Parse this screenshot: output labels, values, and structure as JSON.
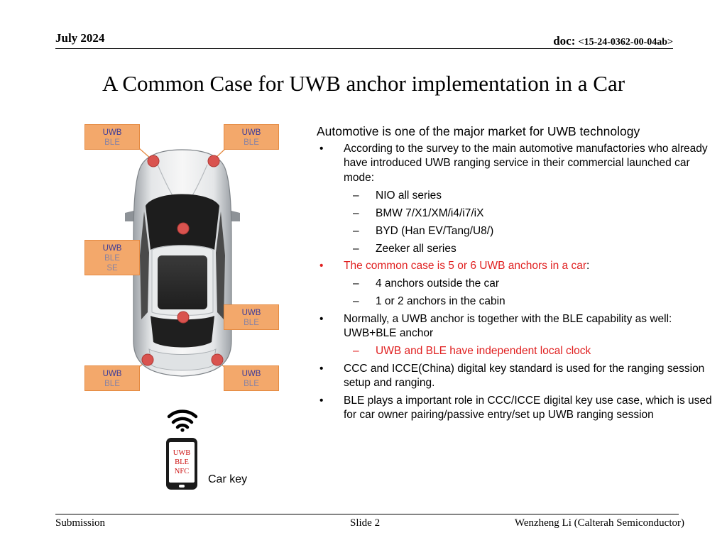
{
  "header": {
    "date": "July 2024",
    "doc_label": "doc:",
    "doc_number": "<15-24-0362-00-04ab>"
  },
  "title": "A Common Case for UWB anchor implementation in a Car",
  "figure": {
    "anchors": [
      {
        "lines": [
          "UWB",
          "BLE"
        ]
      },
      {
        "lines": [
          "UWB",
          "BLE"
        ]
      },
      {
        "lines": [
          "UWB",
          "BLE",
          "SE"
        ]
      },
      {
        "lines": [
          "UWB",
          "BLE"
        ]
      },
      {
        "lines": [
          "UWB",
          "BLE"
        ]
      },
      {
        "lines": [
          "UWB",
          "BLE"
        ]
      }
    ],
    "car_key": {
      "screen_lines": [
        "UWB",
        "BLE",
        "NFC"
      ],
      "label": "Car key"
    },
    "colors": {
      "anchor_box": "#f3a86b",
      "anchor_dot": "#d9534f",
      "car_body": "#c9ced3",
      "glass": "#2b2b2b"
    }
  },
  "content": {
    "lead": "Automotive is one of the major market for UWB technology",
    "b1": {
      "marker": "•",
      "text": "According to the survey to the main automotive manufactories who already have introduced UWB ranging service in their commercial launched car mode:"
    },
    "b1_subs": [
      "NIO all series",
      "BMW 7/X1/XM/i4/i7/iX",
      "BYD (Han EV/Tang/U8/)",
      "Zeeker all series"
    ],
    "b2": {
      "marker": "•",
      "text_red": "The common case is 5 or 6 UWB anchors in a car",
      "text_tail": ":"
    },
    "b2_subs": [
      "4 anchors outside the car",
      "1 or 2 anchors in the cabin"
    ],
    "b3": {
      "marker": "•",
      "text": "Normally, a UWB anchor is together with the BLE capability as well: UWB+BLE anchor"
    },
    "b3_sub_red": "UWB and BLE have independent local clock",
    "b4": {
      "marker": "•",
      "text": "CCC and ICCE(China) digital key standard is used for the ranging session setup and ranging."
    },
    "b5": {
      "marker": "•",
      "text": "BLE plays a important role in CCC/ICCE digital key use case, which is used for car owner pairing/passive entry/set up UWB ranging session"
    },
    "dash": "–"
  },
  "footer": {
    "left": "Submission",
    "center": "Slide 2",
    "right": "Wenzheng Li (Calterah Semiconductor)"
  }
}
